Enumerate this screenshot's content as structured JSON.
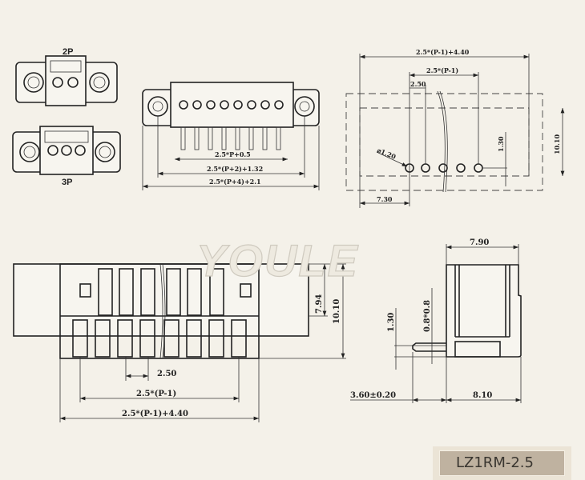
{
  "watermark": "YOULE",
  "top_left": {
    "label_2p": "2P",
    "label_3p": "3P"
  },
  "front_top": {
    "dim_pins": "2.5*P+0.5",
    "dim_screws": "2.5*(P+2)+1.32",
    "dim_overall": "2.5*(P+4)+2.1"
  },
  "pcb_layout": {
    "dim_overall": "2.5*(P-1)+4.40",
    "dim_pitch_span": "2.5*(P-1)",
    "dim_pitch": "2.50",
    "dim_hole": "⌀1.20",
    "dim_row_offset": "1.30",
    "dim_height": "10.10",
    "dim_edge": "7.30"
  },
  "front_bottom": {
    "dim_pitch": "2.50",
    "dim_span": "2.5*(P-1)",
    "dim_overall": "2.5*(P-1)+4.40",
    "dim_7_94": "7.94",
    "dim_10_10": "10.10"
  },
  "side_view": {
    "dim_width": "7.90",
    "dim_pin": "0.8*0.8",
    "dim_pin_offset": "1.30",
    "dim_pin_length": "3.60±0.20",
    "dim_depth": "8.10"
  },
  "model": "LZ1RM-2.5"
}
